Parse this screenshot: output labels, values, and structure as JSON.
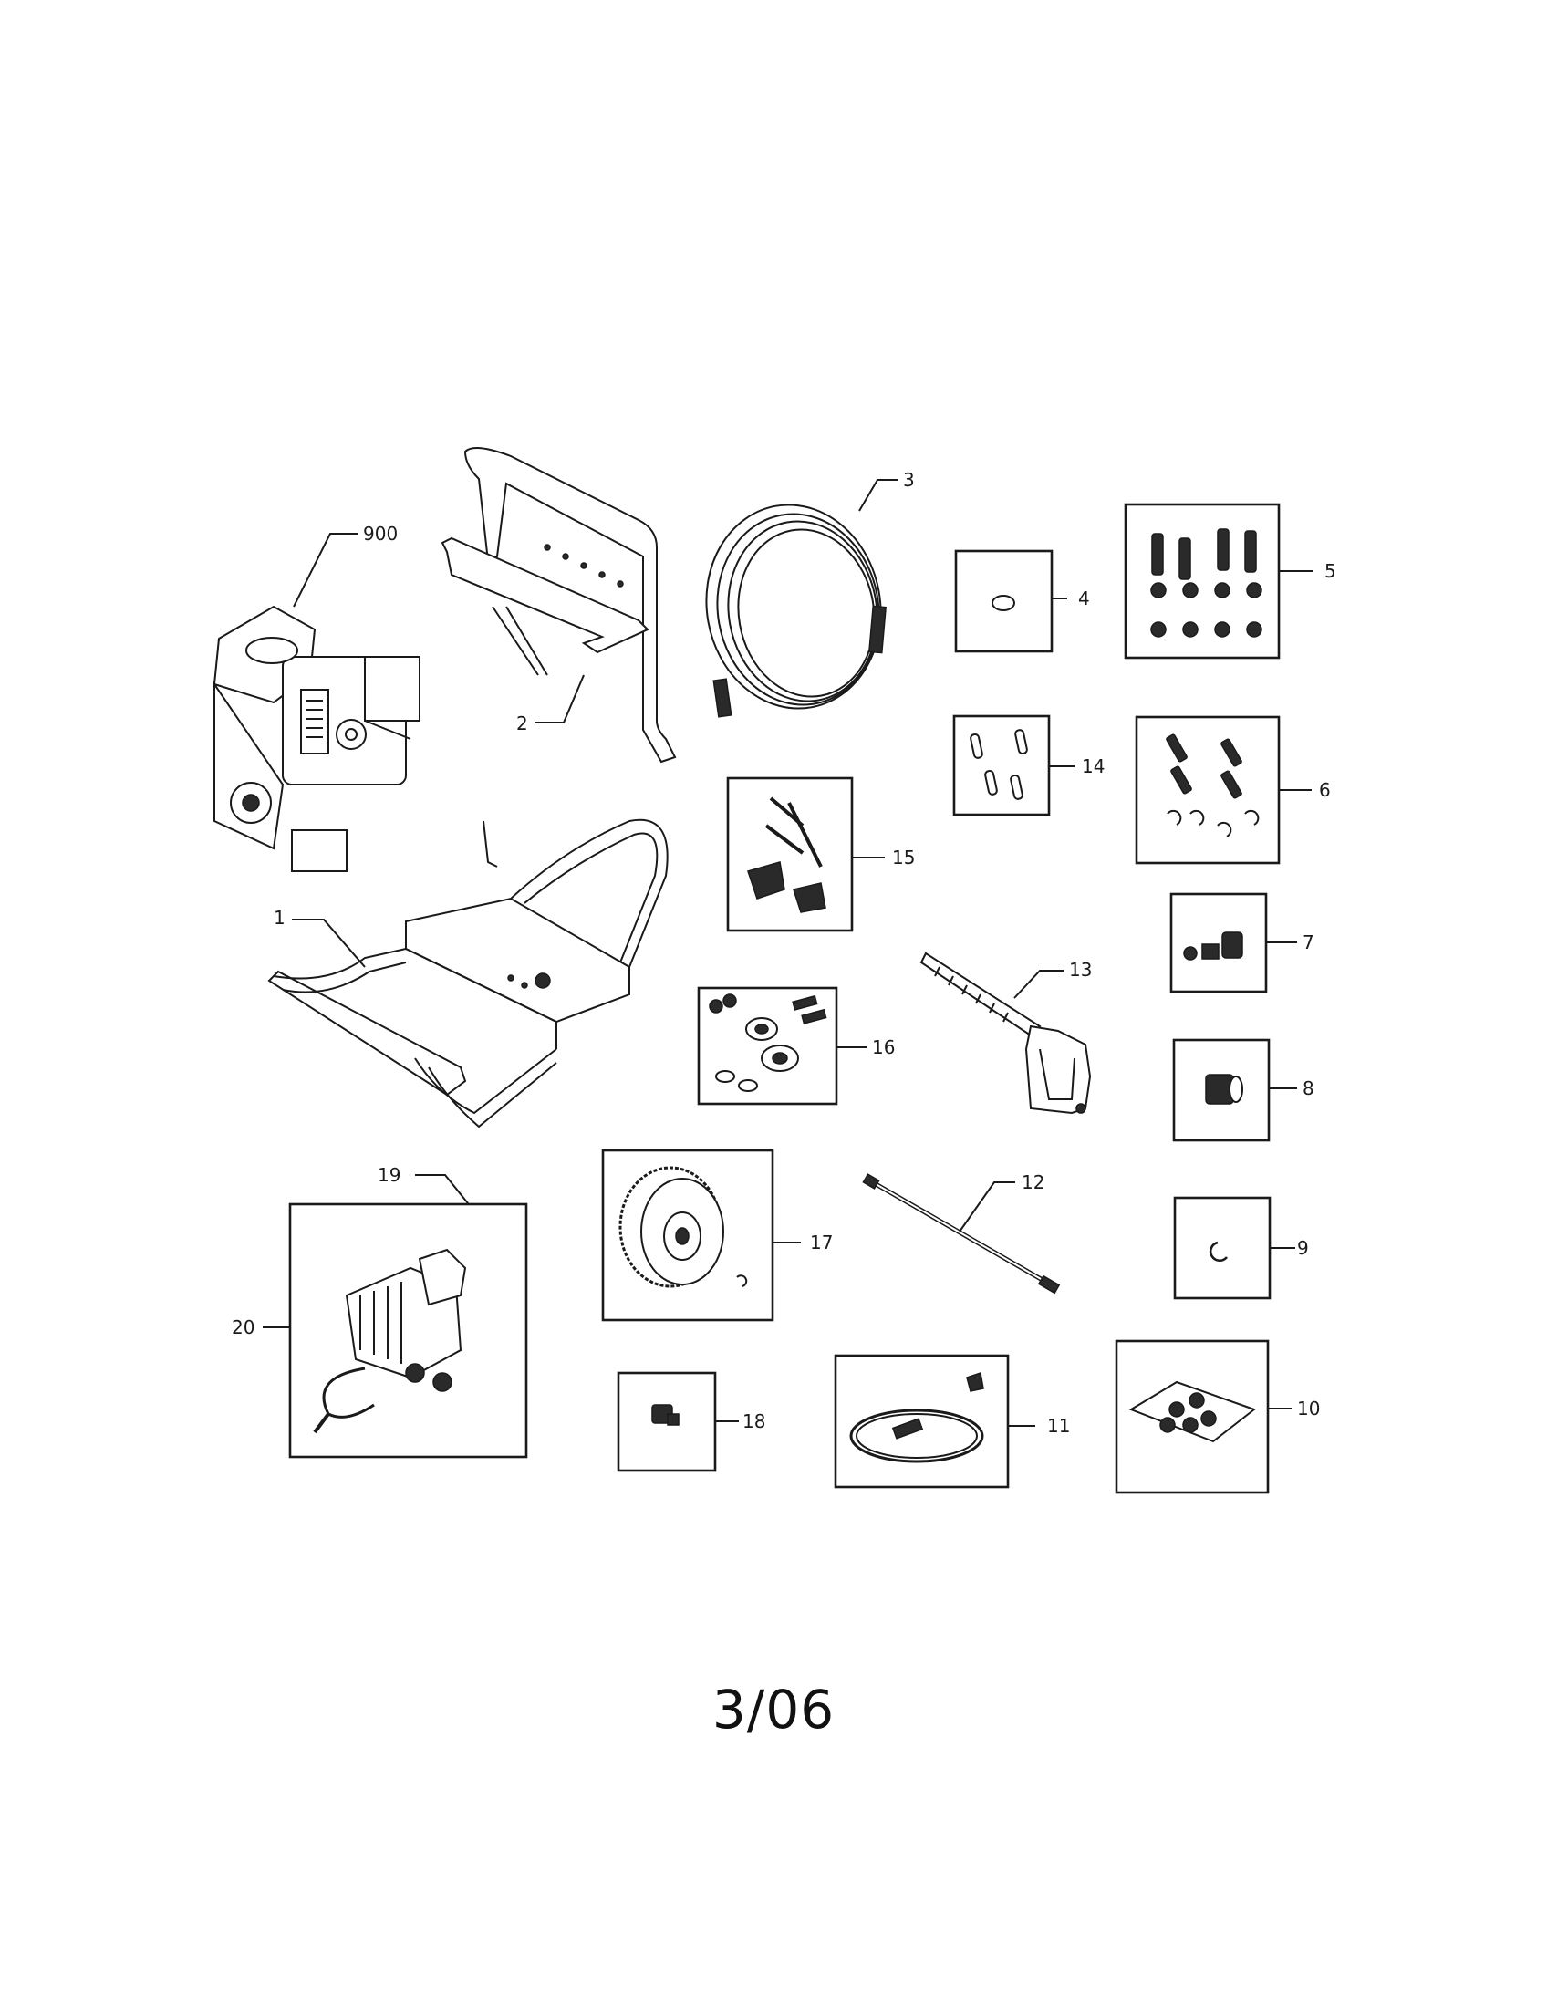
{
  "callouts": {
    "c900": "900",
    "c1": "1",
    "c2": "2",
    "c3": "3",
    "c4": "4",
    "c5": "5",
    "c6": "6",
    "c7": "7",
    "c8": "8",
    "c9": "9",
    "c10": "10",
    "c11": "11",
    "c12": "12",
    "c13": "13",
    "c14": "14",
    "c15": "15",
    "c16": "16",
    "c17": "17",
    "c18": "18",
    "c19": "19",
    "c20": "20"
  },
  "footer": {
    "date_code": "3/06"
  }
}
